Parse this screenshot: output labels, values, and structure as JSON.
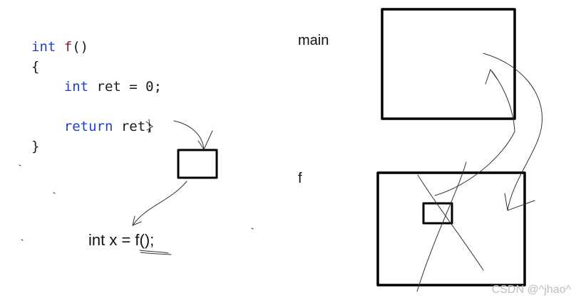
{
  "code": {
    "line1": {
      "type": "int",
      "name": "f",
      "parens": "()"
    },
    "line2": "{",
    "line3": {
      "type": "int",
      "rest": "ret = 0;"
    },
    "line4": {
      "keyword": "return",
      "rest": "ret;"
    },
    "line5": "}"
  },
  "call_expr": "int x = f();",
  "labels": {
    "main": "main",
    "f": "f"
  },
  "watermark": "CSDN @^jhao^",
  "colors": {
    "keyword": "#1f3fd6",
    "function_name": "#8b1a1a",
    "ink": "#111111"
  }
}
